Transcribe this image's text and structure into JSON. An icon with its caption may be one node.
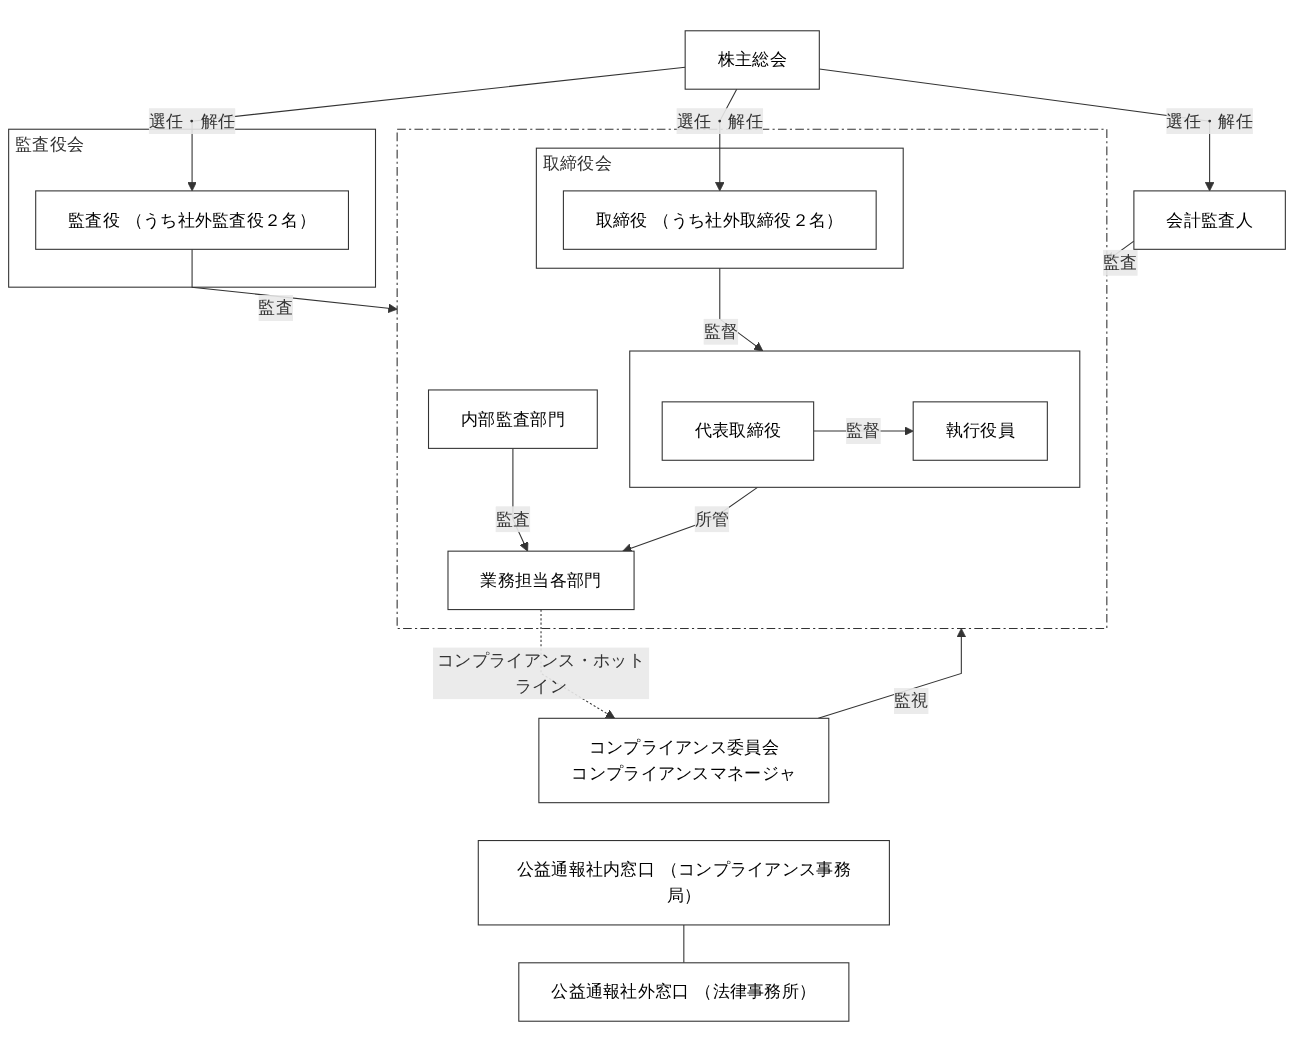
{
  "diagram": {
    "nodes": [
      {
        "text": [
          "株主総会"
        ]
      },
      {
        "text": [],
        "shape": "box"
      },
      {
        "text": [
          "取締役会"
        ],
        "in": 1
      },
      {
        "text": [
          "取締役 （うち社外取締役２名）"
        ],
        "in": 2
      },
      {
        "text": [],
        "shape": "box",
        "in": 1
      },
      {
        "text": [
          "代表取締役"
        ],
        "in": 4
      },
      {
        "text": [
          "執行役員"
        ],
        "in": 4
      },
      {
        "text": [
          "内部監査部門"
        ],
        "in": 1
      },
      {
        "text": [
          "業務担当各部門"
        ],
        "in": 1
      },
      {
        "text": [
          "監査役会"
        ]
      },
      {
        "text": [
          "監査役 （うち社外監査役２名）"
        ],
        "in": 9
      },
      {
        "text": [
          "会計監査人"
        ]
      },
      {
        "text": [
          "コンプライアンス委員会",
          "コンプライアンスマネージャ"
        ]
      },
      {
        "text": [
          "公益通報社内窓口 （コンプライアンス事務局）"
        ]
      },
      {
        "text": [
          "公益通報社外窓口 （法律事務所）"
        ]
      }
    ],
    "edges": [
      {
        "from": 0,
        "to": 3,
        "arrow": "to",
        "label": "選任・解任"
      },
      {
        "from": 0,
        "to": 10,
        "arrow": "to",
        "label": "選任・解任"
      },
      {
        "from": 0,
        "to": 11,
        "arrow": "to",
        "label": "選任・解任"
      },
      {
        "from": 2,
        "to": 4,
        "arrow": "to",
        "label": "監督"
      },
      {
        "from": 5,
        "to": 6,
        "arrow": "to",
        "label": "監督"
      },
      {
        "from": 4,
        "to": 8,
        "arrow": "to",
        "label": "所管"
      },
      {
        "from": 7,
        "to": 8,
        "arrow": "to",
        "label": "監査"
      },
      {
        "from": 10,
        "to": 1,
        "arrow": "to",
        "label": "監査"
      },
      {
        "from": 11,
        "to": 1,
        "arrow": "to",
        "label": "監査"
      },
      {
        "from": 12,
        "to": 1,
        "arrow": "to",
        "label": "監視"
      },
      {
        "from": 8,
        "to": 12,
        "arrow": "to",
        "label": "コンプライアンス・ホットライン",
        "style": "dashed"
      },
      {
        "from": 13,
        "to": 14,
        "arrow": "none"
      }
    ]
  }
}
